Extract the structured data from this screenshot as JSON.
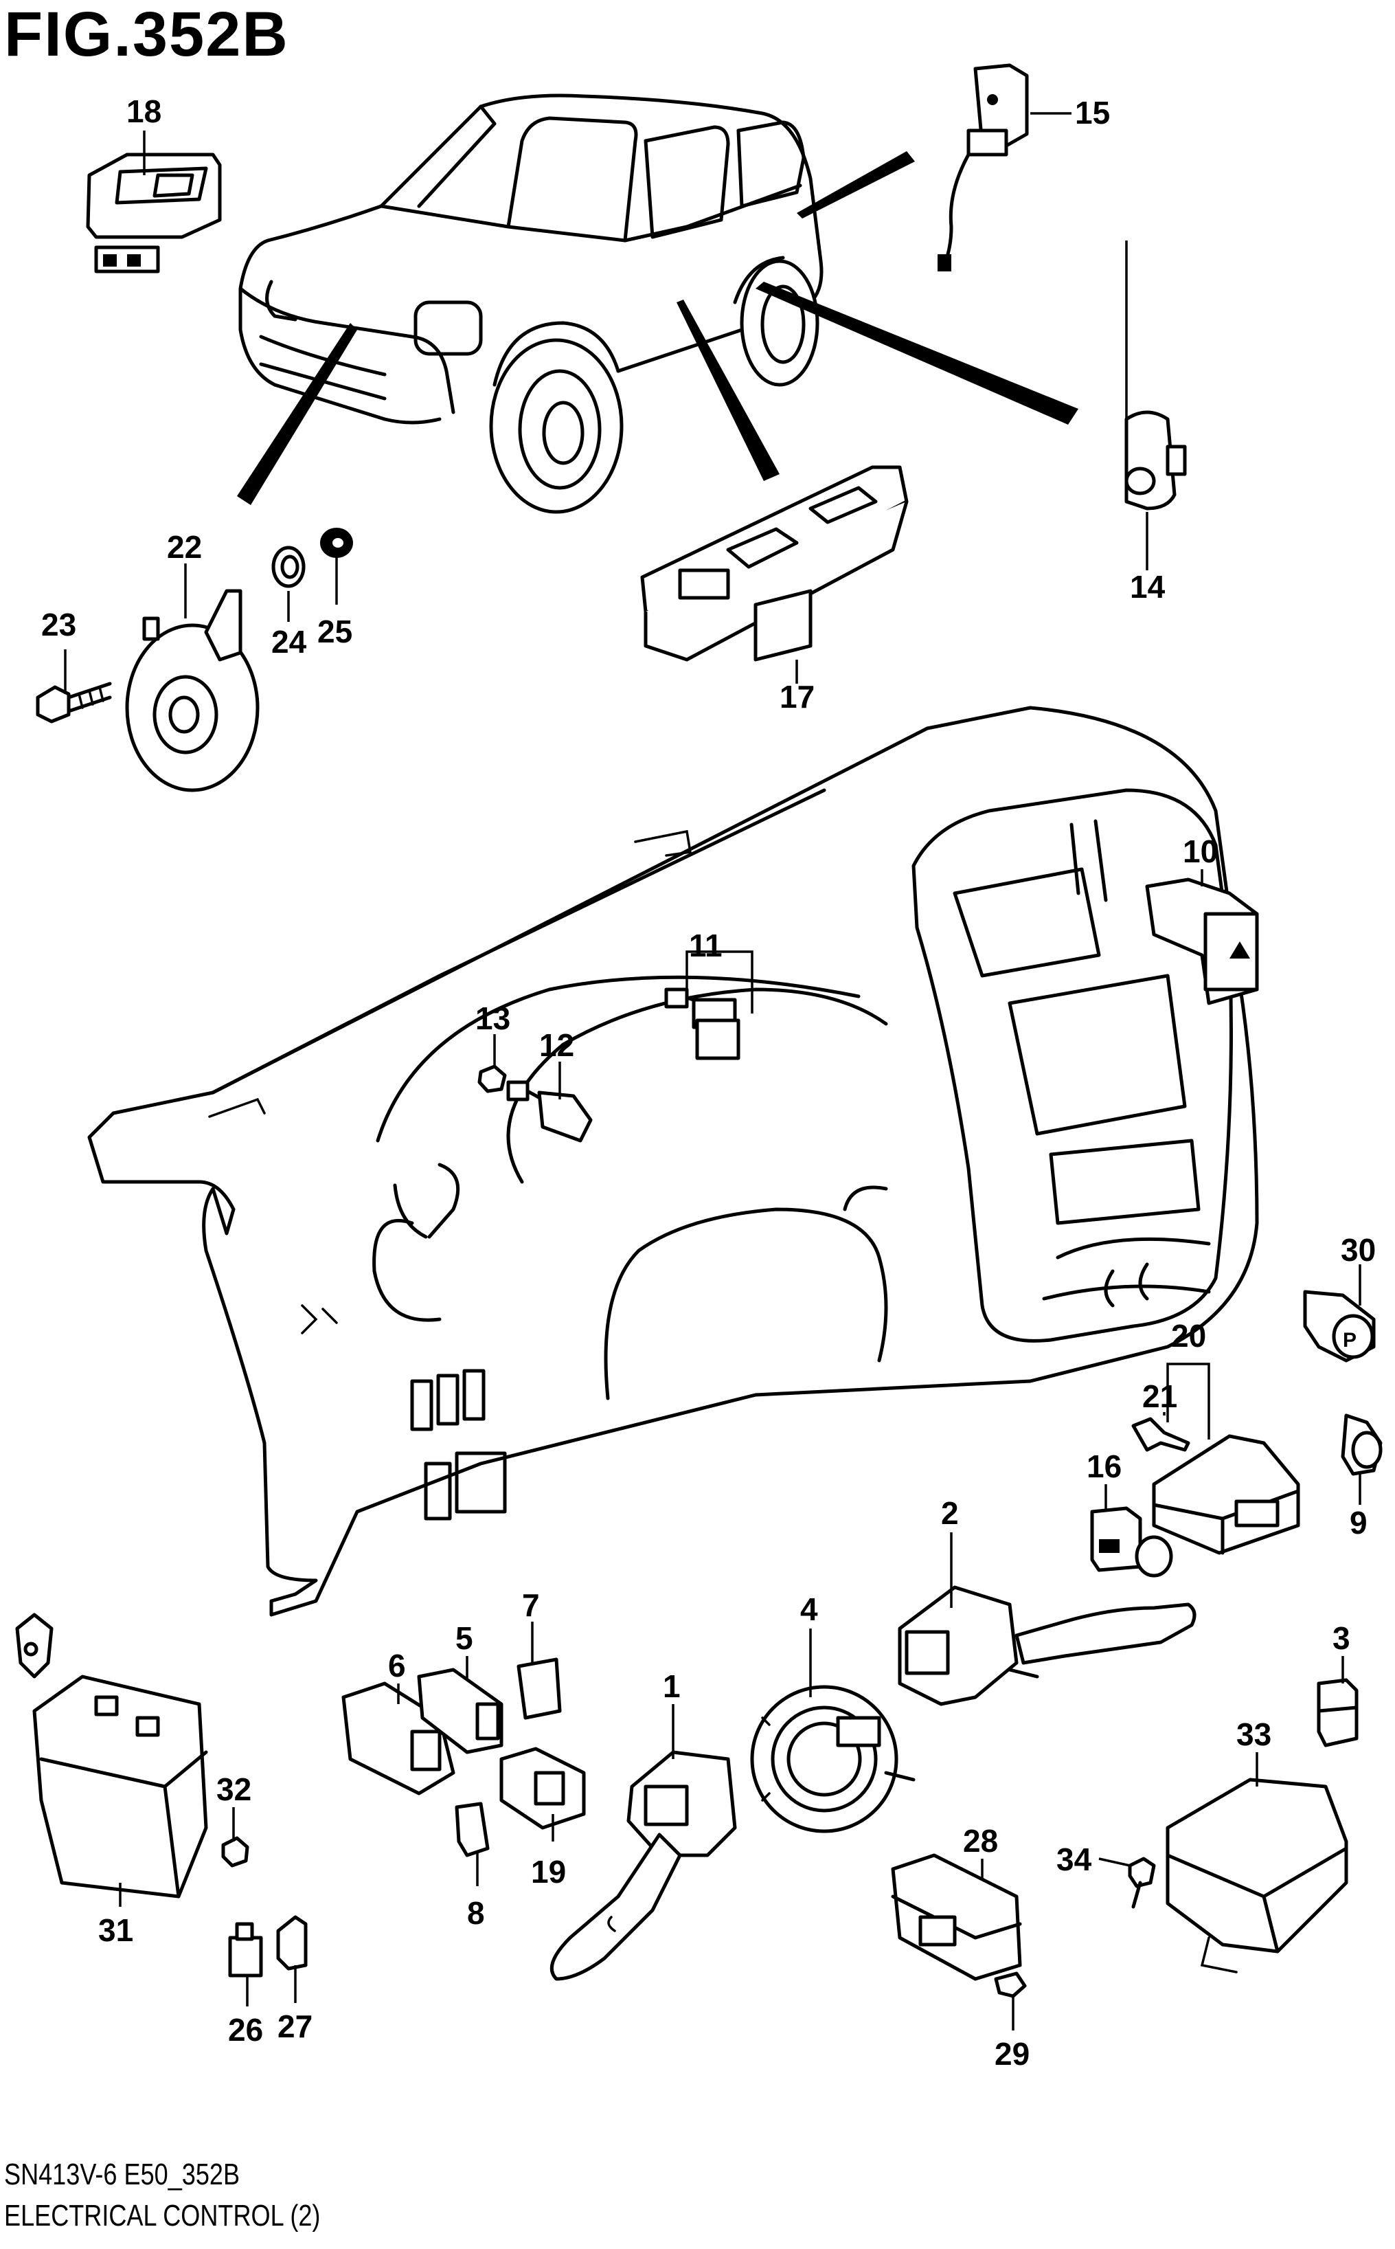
{
  "header": {
    "figure_title": "FIG.352B"
  },
  "footer": {
    "model_code": "SN413V-6 E50_352B",
    "caption": "ELECTRICAL CONTROL (2)"
  },
  "callouts": [
    {
      "id": "1",
      "label": "1"
    },
    {
      "id": "2",
      "label": "2"
    },
    {
      "id": "3",
      "label": "3"
    },
    {
      "id": "4",
      "label": "4"
    },
    {
      "id": "5",
      "label": "5"
    },
    {
      "id": "6",
      "label": "6"
    },
    {
      "id": "7",
      "label": "7"
    },
    {
      "id": "8",
      "label": "8"
    },
    {
      "id": "9",
      "label": "9"
    },
    {
      "id": "10",
      "label": "10"
    },
    {
      "id": "11",
      "label": "11"
    },
    {
      "id": "12",
      "label": "12"
    },
    {
      "id": "13",
      "label": "13"
    },
    {
      "id": "14",
      "label": "14"
    },
    {
      "id": "15",
      "label": "15"
    },
    {
      "id": "16",
      "label": "16"
    },
    {
      "id": "17",
      "label": "17"
    },
    {
      "id": "18",
      "label": "18"
    },
    {
      "id": "19",
      "label": "19"
    },
    {
      "id": "20",
      "label": "20"
    },
    {
      "id": "21",
      "label": "21"
    },
    {
      "id": "22",
      "label": "22"
    },
    {
      "id": "23",
      "label": "23"
    },
    {
      "id": "24",
      "label": "24"
    },
    {
      "id": "25",
      "label": "25"
    },
    {
      "id": "26",
      "label": "26"
    },
    {
      "id": "27",
      "label": "27"
    },
    {
      "id": "28",
      "label": "28"
    },
    {
      "id": "29",
      "label": "29"
    },
    {
      "id": "30",
      "label": "30"
    },
    {
      "id": "31",
      "label": "31"
    },
    {
      "id": "32",
      "label": "32"
    },
    {
      "id": "33",
      "label": "33"
    },
    {
      "id": "34",
      "label": "34"
    }
  ],
  "icons": {
    "hazard_symbol": "hazard-triangle-icon",
    "parking_symbol": "P"
  }
}
